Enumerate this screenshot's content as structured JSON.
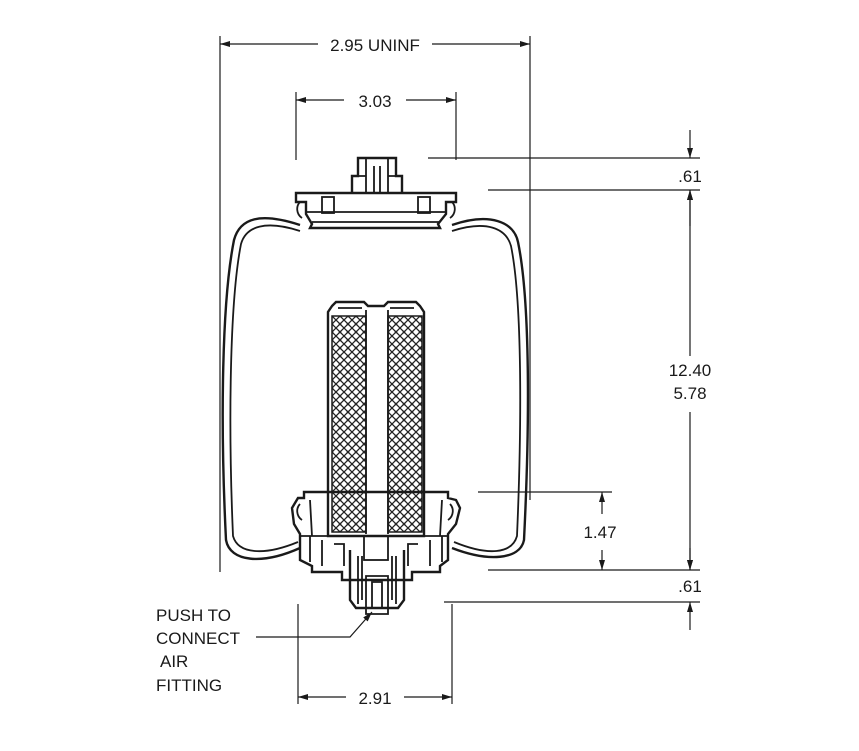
{
  "dimensions": {
    "top_overall": "2.95 UNINF",
    "top_plate": "3.03",
    "top_offset": ".61",
    "height_max": "12.40",
    "height_min": "5.78",
    "piston_height": "1.47",
    "bottom_offset": ".61",
    "bottom_width": "2.91"
  },
  "callout": {
    "lines": [
      "PUSH TO",
      "CONNECT",
      "AIR",
      "FITTING"
    ]
  }
}
